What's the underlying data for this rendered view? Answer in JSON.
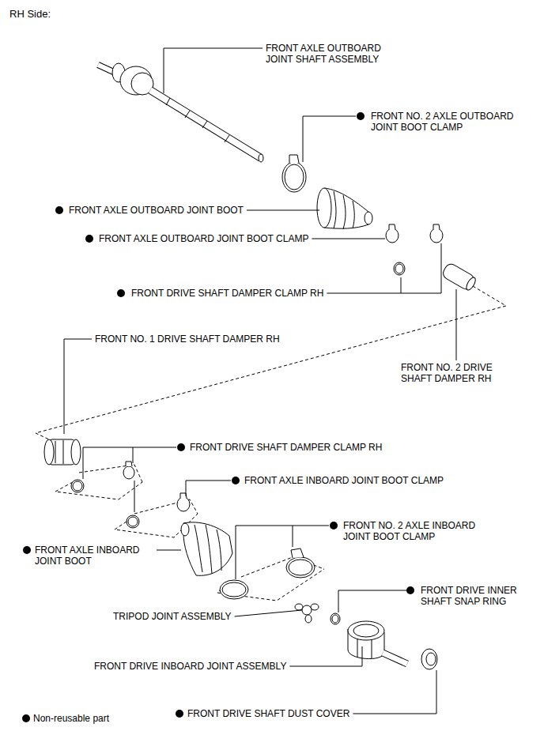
{
  "diagram": {
    "title": "RH Side:",
    "labels": [
      "FRONT AXLE OUTBOARD JOINT SHAFT ASSEMBLY",
      "FRONT NO. 2 AXLE OUTBOARD JOINT BOOT CLAMP",
      "FRONT AXLE OUTBOARD JOINT BOOT",
      "FRONT AXLE OUTBOARD JOINT BOOT CLAMP",
      "FRONT DRIVE SHAFT DAMPER CLAMP RH",
      "FRONT NO. 1 DRIVE SHAFT DAMPER RH",
      "FRONT NO. 2 DRIVE SHAFT DAMPER RH",
      "FRONT DRIVE SHAFT DAMPER CLAMP RH",
      "FRONT AXLE INBOARD JOINT BOOT CLAMP",
      "FRONT NO. 2 AXLE INBOARD JOINT BOOT CLAMP",
      "FRONT AXLE INBOARD JOINT BOOT",
      "FRONT DRIVE INNER SHAFT SNAP RING",
      "TRIPOD JOINT ASSEMBLY",
      "FRONT DRIVE INBOARD JOINT ASSEMBLY",
      "FRONT DRIVE SHAFT DUST COVER"
    ],
    "legend": [
      {
        "text": "Non-reusable part"
      }
    ]
  }
}
